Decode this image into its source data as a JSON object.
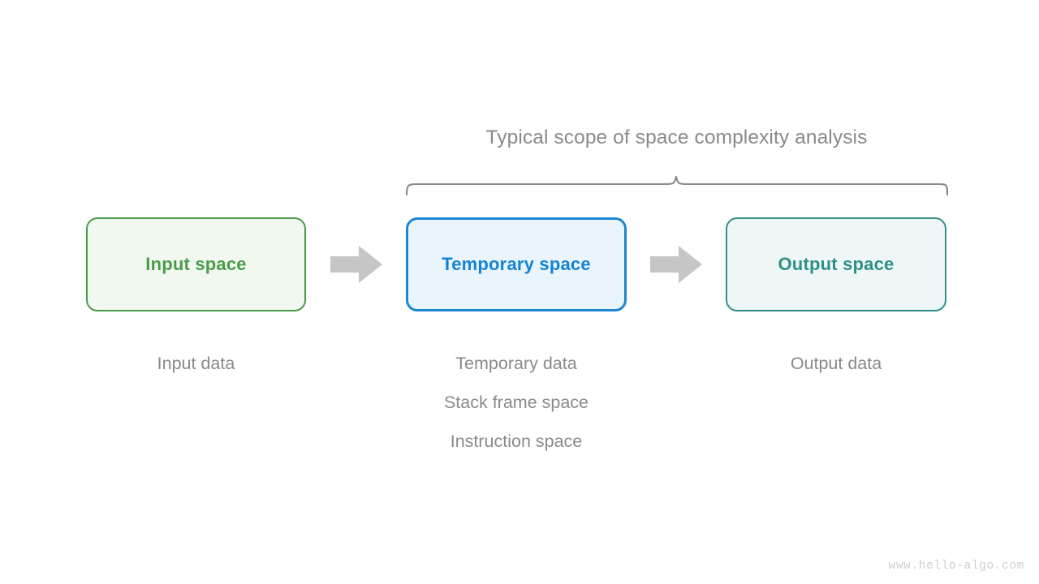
{
  "diagram": {
    "scope_title": "Typical scope of space complexity analysis",
    "boxes": [
      {
        "id": "input-space",
        "label": "Input space",
        "fill": "#f1f8f0",
        "border": "#4a9b4a",
        "text_color": "#4a9b4a"
      },
      {
        "id": "temporary-space",
        "label": "Temporary space",
        "fill": "#e9f4fd",
        "border": "#1c86d4",
        "text_color": "#1383d6"
      },
      {
        "id": "output-space",
        "label": "Output space",
        "fill": "#eef7f5",
        "border": "#2e9087",
        "text_color": "#2e9087"
      }
    ],
    "captions": {
      "input": [
        "Input data"
      ],
      "temporary": [
        "Temporary data",
        "Stack frame space",
        "Instruction space"
      ],
      "output": [
        "Output data"
      ]
    },
    "arrows": [
      {
        "id": "arrow-input-to-temporary",
        "color": "#c6c6c6"
      },
      {
        "id": "arrow-temporary-to-output",
        "color": "#c6c6c6"
      }
    ],
    "brace": {
      "color": "#8a8a8a",
      "covers": [
        "Temporary space",
        "Output space"
      ]
    },
    "watermark": "www.hello-algo.com",
    "background": "#ffffff",
    "muted_text_color": "#8a8a8a"
  }
}
